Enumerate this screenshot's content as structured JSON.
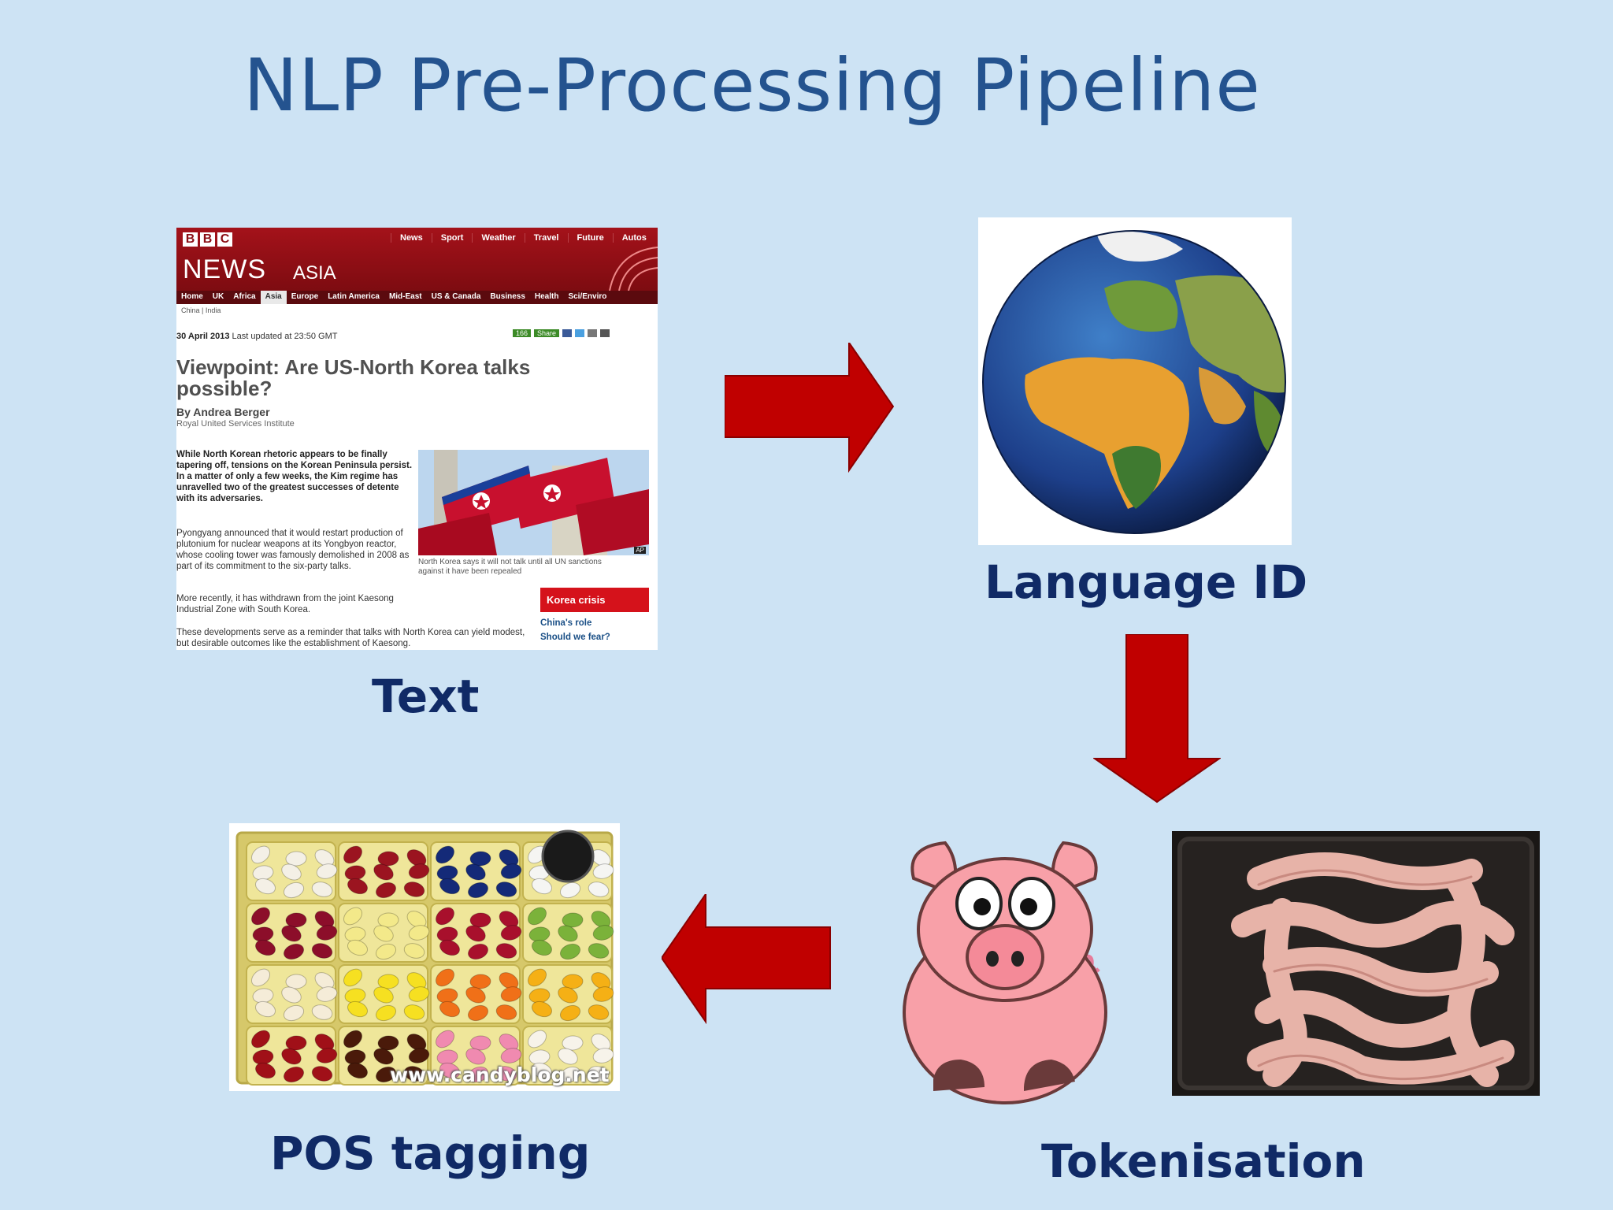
{
  "slide": {
    "title": "NLP Pre-Processing Pipeline"
  },
  "steps": {
    "text": "Text",
    "language_id": "Language ID",
    "tokenisation": "Tokenisation",
    "pos_tagging": "POS tagging"
  },
  "bbc": {
    "logo": [
      "B",
      "B",
      "C"
    ],
    "top_nav": [
      "News",
      "Sport",
      "Weather",
      "Travel",
      "Future",
      "Autos"
    ],
    "news": "NEWS",
    "region": "ASIA",
    "section_nav": [
      "Home",
      "UK",
      "Africa",
      "Asia",
      "Europe",
      "Latin America",
      "Mid-East",
      "US & Canada",
      "Business",
      "Health",
      "Sci/Enviro"
    ],
    "active_section": "Asia",
    "sub_nav": "China  |  India",
    "date": "30 April 2013",
    "updated": "Last updated at 23:50 GMT",
    "share_count": "166",
    "share_label": "Share",
    "headline": "Viewpoint: Are US-North Korea talks possible?",
    "byline": "By Andrea Berger",
    "institute": "Royal United Services Institute",
    "intro": "While North Korean rhetoric appears to be finally tapering off, tensions on the Korean Peninsula persist. In a matter of only a few weeks, the Kim regime has unravelled two of the greatest successes of detente with its adversaries.",
    "para1": "Pyongyang announced that it would restart production of plutonium for nuclear weapons at its Yongbyon reactor, whose cooling tower was famously demolished in 2008 as part of its commitment to the six-party talks.",
    "para2": "More recently, it has withdrawn from the joint Kaesong Industrial Zone with South Korea.",
    "para3": "These developments serve as a reminder that talks with North Korea can yield modest, but desirable outcomes like the establishment of Kaesong.",
    "photo_caption": "North Korea says it will not talk until all UN sanctions against it have been repealed",
    "photo_credit": "AP",
    "sidebar_title": "Korea crisis",
    "sidebar_links": [
      "China's role",
      "Should we fear?"
    ]
  },
  "jellybeans": {
    "watermark": "www.candyblog.net",
    "colors": [
      "#f4f0e6",
      "#9b1420",
      "#142a78",
      "#f5f5f2",
      "#8c0e2a",
      "#f3e98a",
      "#a8102c",
      "#7bb23a",
      "#f5ecd8",
      "#f6e021",
      "#f07018",
      "#f5b015",
      "#a01018",
      "#4a1a0a",
      "#f08ab0",
      "#f7f3ea"
    ]
  }
}
